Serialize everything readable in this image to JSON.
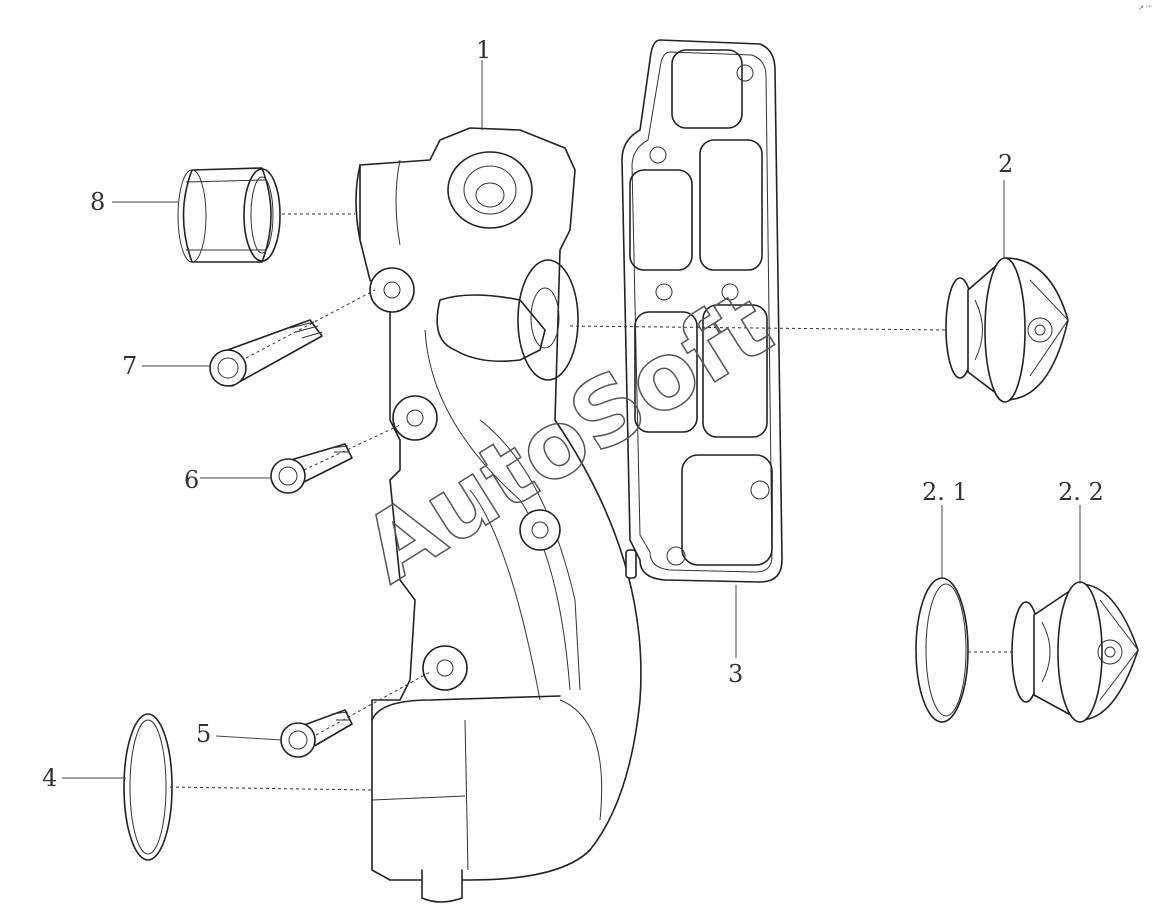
{
  "watermark": "AutoSoft",
  "corner_mark": "↗ ⁿⁿ",
  "callouts": {
    "c1": "1",
    "c2": "2",
    "c2_1": "2. 1",
    "c2_2": "2. 2",
    "c3": "3",
    "c4": "4",
    "c5": "5",
    "c6": "6",
    "c7": "7",
    "c8": "8"
  }
}
